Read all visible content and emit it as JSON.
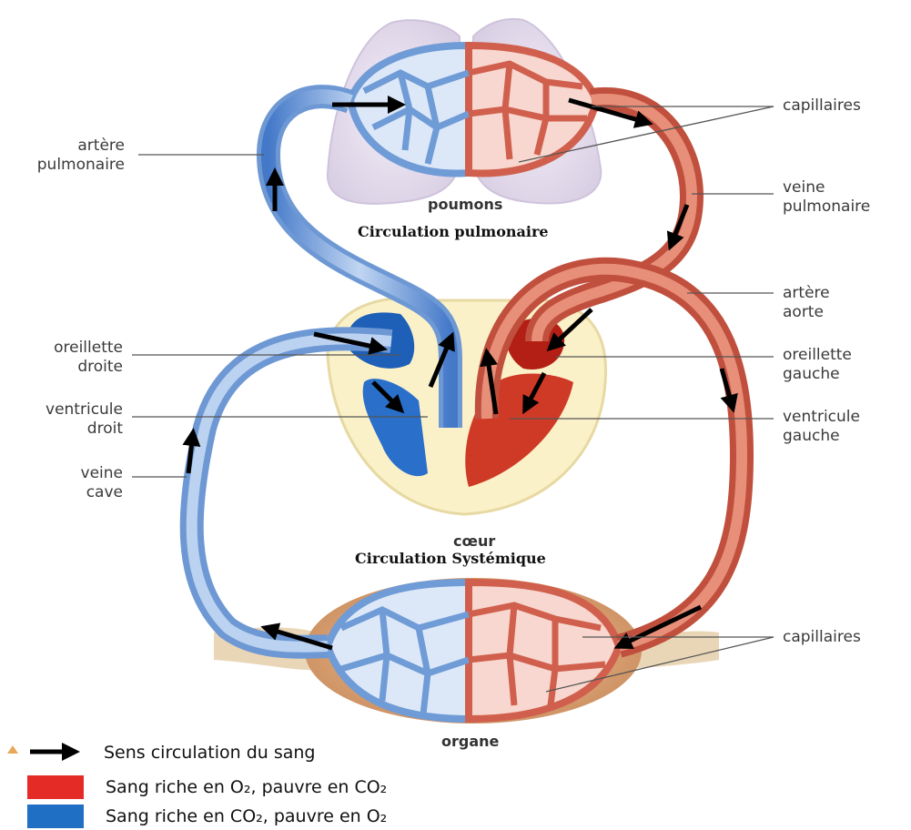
{
  "labels": {
    "artere_pulmonaire": [
      "artère",
      "pulmonaire"
    ],
    "oreillette_droite": [
      "oreillette",
      "droite"
    ],
    "ventricule_droit": [
      "ventricule",
      "droit"
    ],
    "veine_cave": [
      "veine",
      "cave"
    ],
    "capillaires_top": "capillaires",
    "veine_pulmonaire": [
      "veine",
      "pulmonaire"
    ],
    "artere_aorte": [
      "artère",
      "aorte"
    ],
    "oreillette_gauche": [
      "oreillette",
      "gauche"
    ],
    "ventricule_gauche": [
      "ventricule",
      "gauche"
    ],
    "capillaires_bottom": "capillaires"
  },
  "organs": {
    "poumons": "poumons",
    "coeur": "cœur",
    "organe": "organe"
  },
  "titles": {
    "pulmonary": "Circulation pulmonaire",
    "systemic": "Circulation Systémique"
  },
  "legend": {
    "arrow_text": "Sens circulation du sang",
    "red_text": "Sang riche en O₂, pauvre en CO₂",
    "blue_text": "Sang riche en CO₂, pauvre en O₂"
  },
  "colors": {
    "oxygenated": "#e0352b",
    "deoxygenated": "#1f6fc4",
    "vessel_red": "#c8503f",
    "vessel_blue": "#7fa9dd",
    "arrow": "#000000"
  }
}
